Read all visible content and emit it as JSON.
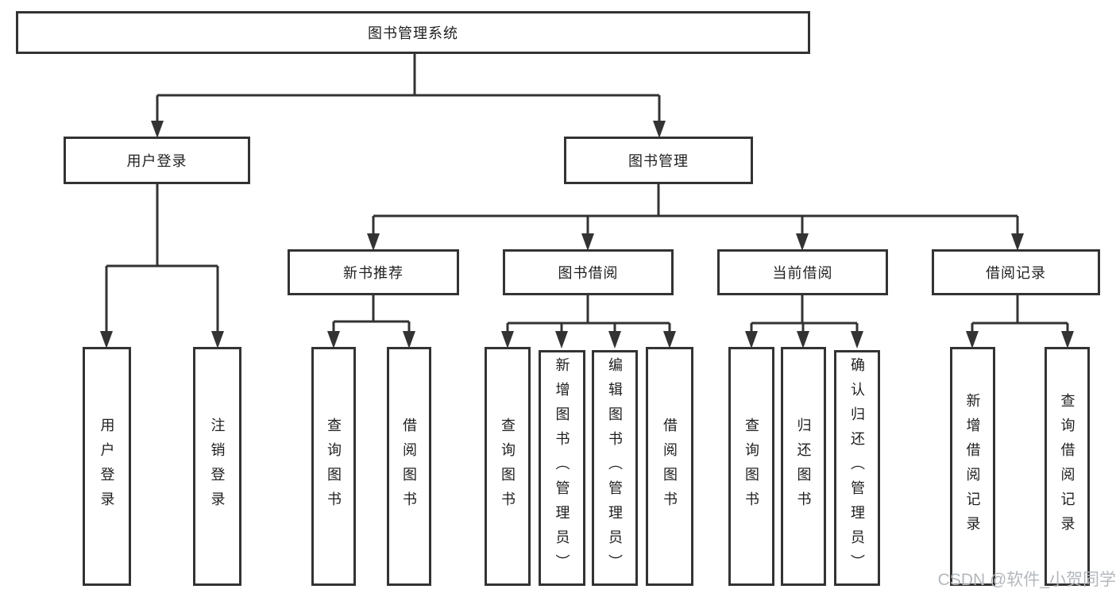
{
  "tree": {
    "root": "图书管理系统",
    "branches": [
      {
        "label": "用户登录",
        "children": [
          "用户登录",
          "注销登录"
        ]
      },
      {
        "label": "图书管理",
        "groups": [
          {
            "label": "新书推荐",
            "children": [
              "查询图书",
              "借阅图书"
            ]
          },
          {
            "label": "图书借阅",
            "children": [
              "查询图书",
              "新增图书（管理员）",
              "编辑图书（管理员）",
              "借阅图书"
            ]
          },
          {
            "label": "当前借阅",
            "children": [
              "查询图书",
              "归还图书",
              "确认归还（管理员）"
            ]
          },
          {
            "label": "借阅记录",
            "children": [
              "新增借阅记录",
              "查询借阅记录"
            ]
          }
        ]
      }
    ]
  },
  "watermark": "CSDN @软件_小贺同学",
  "colors": {
    "line": "#333333",
    "text": "#1f1f1f",
    "watermark": "#b3b8bd",
    "background": "#ffffff"
  }
}
